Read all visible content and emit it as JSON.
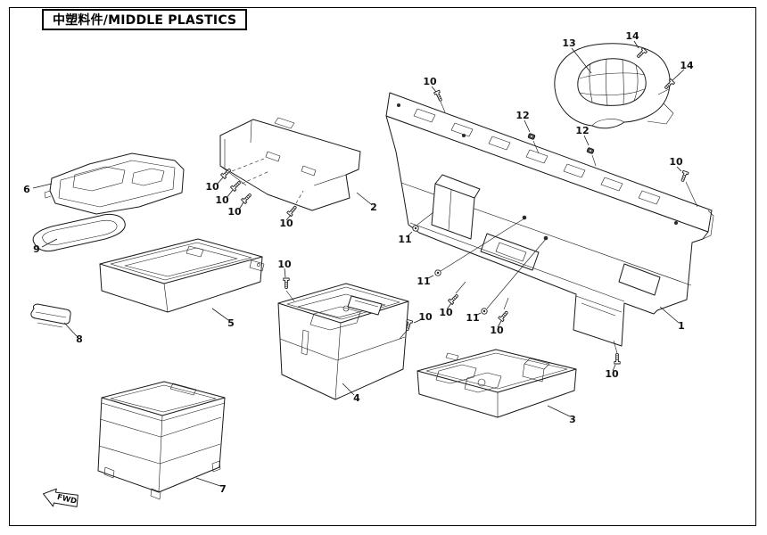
{
  "title": "中塑料件/MIDDLE PLASTICS",
  "fwd_label": "FWD",
  "callouts": [
    {
      "label": "6"
    },
    {
      "label": "9"
    },
    {
      "label": "5"
    },
    {
      "label": "8"
    },
    {
      "label": "7"
    },
    {
      "label": "2"
    },
    {
      "label": "4"
    },
    {
      "label": "3"
    },
    {
      "label": "1"
    },
    {
      "label": "13"
    },
    {
      "label": "14"
    },
    {
      "label": "14"
    },
    {
      "label": "12"
    },
    {
      "label": "12"
    },
    {
      "label": "10"
    },
    {
      "label": "10"
    },
    {
      "label": "10"
    },
    {
      "label": "10"
    },
    {
      "label": "10"
    },
    {
      "label": "10"
    },
    {
      "label": "10"
    },
    {
      "label": "10"
    },
    {
      "label": "11"
    },
    {
      "label": "11"
    },
    {
      "label": "10"
    },
    {
      "label": "11"
    },
    {
      "label": "10"
    },
    {
      "label": "10"
    }
  ]
}
